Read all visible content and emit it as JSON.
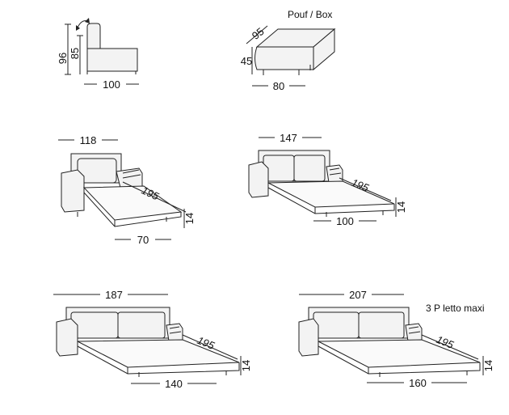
{
  "dimensions": {
    "sofa_side_height_total": "96",
    "sofa_side_height_seat": "85",
    "sofa_side_depth": "100",
    "pouf_title": "Pouf / Box",
    "pouf_depth": "95",
    "pouf_height": "45",
    "pouf_width": "80",
    "single_width": "118",
    "single_length": "195",
    "single_height": "14",
    "single_mattress": "70",
    "double_width": "147",
    "double_length": "195",
    "double_height": "14",
    "double_mattress": "100",
    "large_width": "187",
    "large_length": "195",
    "large_height": "14",
    "large_mattress": "140",
    "maxi_width": "207",
    "maxi_length": "195",
    "maxi_height": "14",
    "maxi_mattress": "160",
    "maxi_title": "3 P letto maxi"
  },
  "colors": {
    "line": "#222222",
    "background": "#ffffff"
  }
}
